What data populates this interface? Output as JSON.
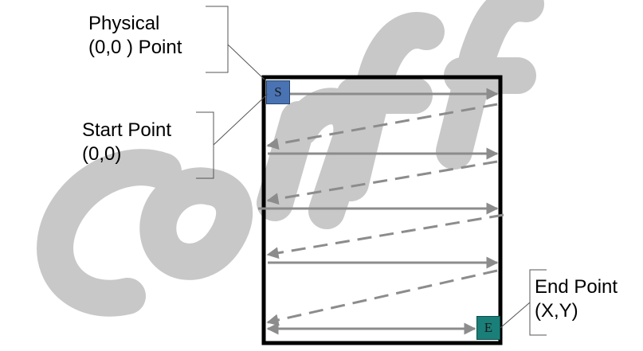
{
  "labels": {
    "physical_line1": "Physical",
    "physical_line2": "(0,0 ) Point",
    "start_line1": "Start Point",
    "start_line2": "(0,0)",
    "end_line1": "End Point",
    "end_line2": "(X,Y)"
  },
  "markers": {
    "start": "S",
    "end": "E"
  },
  "watermark": "Confidential",
  "colors": {
    "frame": "#000000",
    "arrow": "#8c8c8c",
    "watermark": "#c8c8c8",
    "start_fill": "#4a73b3",
    "end_fill": "#1a7f78",
    "callout": "#555555"
  }
}
